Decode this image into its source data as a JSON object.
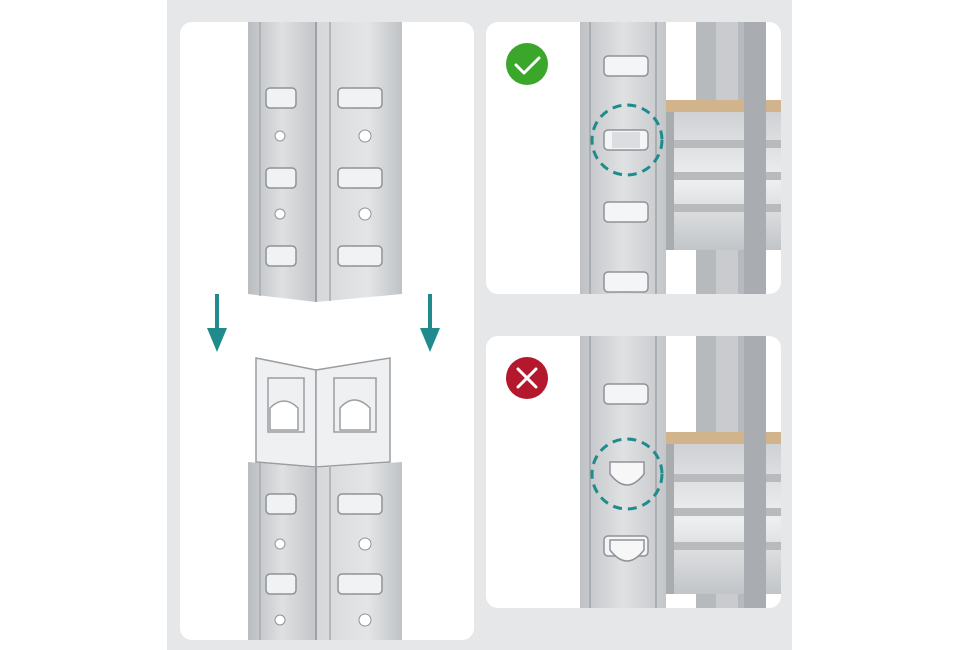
{
  "image": {
    "subject": "",
    "panels": [
      {
        "name": "upright-assembly"
      },
      {
        "name": "correct-fit",
        "status": "correct",
        "status_icon": "checkmark-icon",
        "status_color": "#3aa62a"
      },
      {
        "name": "incorrect-fit",
        "status": "incorrect",
        "status_icon": "x-mark-icon",
        "status_color": "#b3182c"
      }
    ],
    "colors": {
      "background": "#e6e7e9",
      "panel": "#ffffff",
      "arrow": "#1f8b8c",
      "highlight_circle": "#1f8b8c",
      "steel": "#c9cbce",
      "wood_board": "#d2b48c"
    }
  }
}
